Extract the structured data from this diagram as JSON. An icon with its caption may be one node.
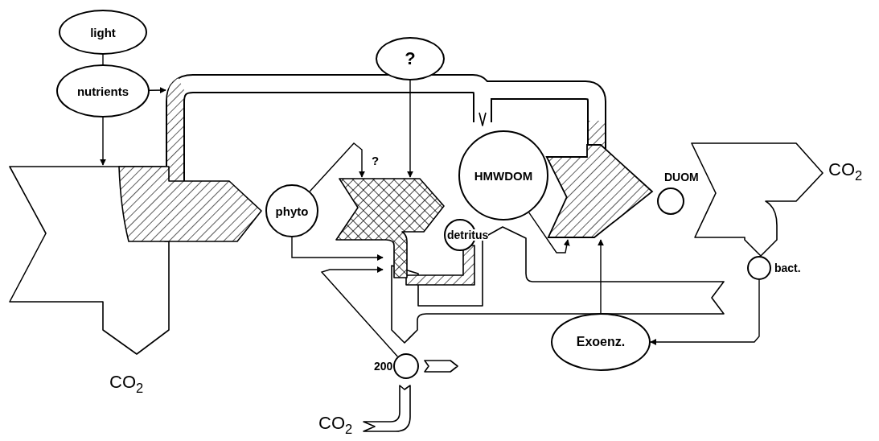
{
  "diagram": {
    "nodes": [
      {
        "text": [
          "light"
        ]
      },
      {
        "text": [
          "nutrients"
        ]
      },
      {
        "text": [
          "?"
        ]
      },
      {
        "text": [
          "phyto"
        ]
      },
      {
        "text": [
          "HMWDOM"
        ]
      },
      {
        "text": [
          "detritus"
        ]
      },
      {
        "text": [],
        "shape": "circle",
        "beside": [
          "DUOM"
        ]
      },
      {
        "text": [],
        "shape": "circle",
        "beside": [
          "bact."
        ]
      },
      {
        "text": [
          "Exoenz."
        ]
      },
      {
        "text": [],
        "shape": "circle",
        "beside": [
          "200"
        ]
      }
    ],
    "edges": [
      {
        "from": 0,
        "to": 1,
        "arrow": "none"
      },
      {
        "from": 1,
        "to": null,
        "arrow": "to"
      },
      {
        "from": 1,
        "to": null,
        "arrow": "to"
      },
      {
        "from": 2,
        "to": null,
        "arrow": "to"
      },
      {
        "from": 3,
        "to": null,
        "arrow": "to"
      },
      {
        "from": 3,
        "to": null,
        "arrow": "to"
      },
      {
        "from": 9,
        "to": null,
        "arrow": "to"
      },
      {
        "from": 4,
        "to": null,
        "arrow": "to"
      },
      {
        "from": 8,
        "to": null,
        "arrow": "to"
      },
      {
        "from": 7,
        "to": 8,
        "arrow": "to"
      },
      {
        "from": 4,
        "to": 6,
        "arrow": "to",
        "style": "thick"
      }
    ],
    "labels": [
      "?",
      "CO$_{2}$",
      "CO$_{2}$",
      "CO$_{2}$"
    ]
  }
}
